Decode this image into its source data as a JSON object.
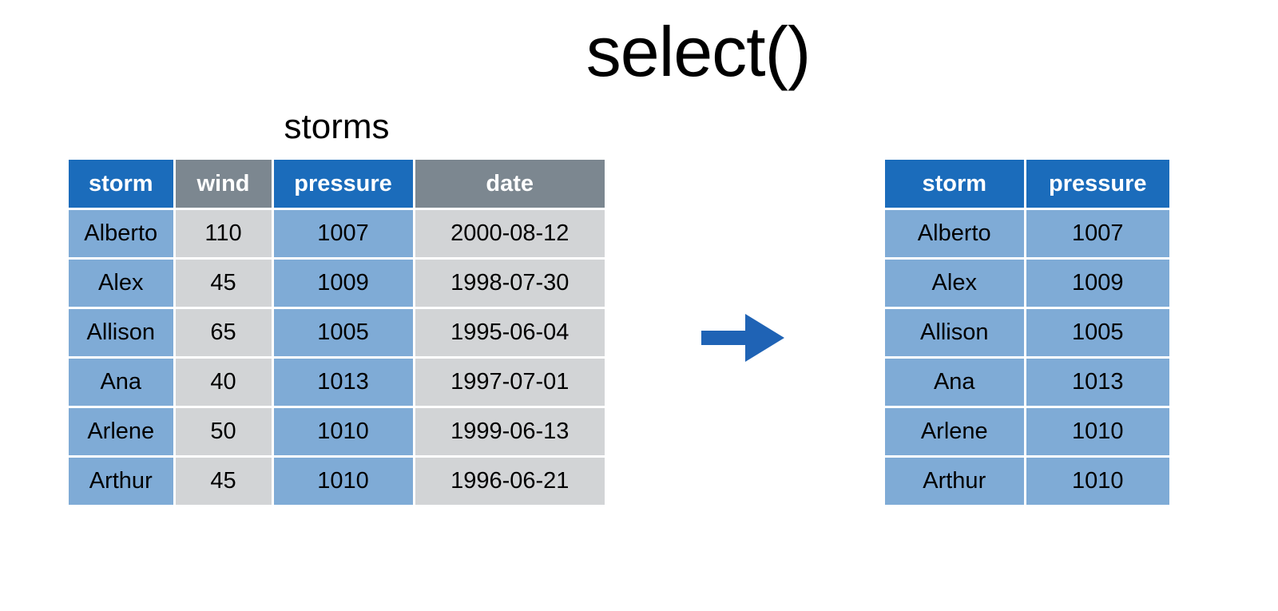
{
  "title": "select()",
  "source_table": {
    "label": "storms",
    "columns": [
      {
        "key": "storm",
        "label": "storm",
        "highlighted": true
      },
      {
        "key": "wind",
        "label": "wind",
        "highlighted": false
      },
      {
        "key": "pressure",
        "label": "pressure",
        "highlighted": true
      },
      {
        "key": "date",
        "label": "date",
        "highlighted": false
      }
    ],
    "rows": [
      [
        "Alberto",
        "110",
        "1007",
        "2000-08-12"
      ],
      [
        "Alex",
        "45",
        "1009",
        "1998-07-30"
      ],
      [
        "Allison",
        "65",
        "1005",
        "1995-06-04"
      ],
      [
        "Ana",
        "40",
        "1013",
        "1997-07-01"
      ],
      [
        "Arlene",
        "50",
        "1010",
        "1999-06-13"
      ],
      [
        "Arthur",
        "45",
        "1010",
        "1996-06-21"
      ]
    ]
  },
  "result_table": {
    "columns": [
      {
        "key": "storm",
        "label": "storm",
        "highlighted": true
      },
      {
        "key": "pressure",
        "label": "pressure",
        "highlighted": true
      }
    ],
    "rows": [
      [
        "Alberto",
        "1007"
      ],
      [
        "Alex",
        "1009"
      ],
      [
        "Allison",
        "1005"
      ],
      [
        "Ana",
        "1013"
      ],
      [
        "Arlene",
        "1010"
      ],
      [
        "Arthur",
        "1010"
      ]
    ]
  },
  "icons": {
    "arrow": "right-arrow"
  },
  "colors": {
    "header_selected": "#1B6CBB",
    "header_unselected": "#7C8790",
    "cell_selected": "#7FABD6",
    "cell_unselected": "#D2D4D6",
    "arrow": "#1F63B5",
    "header_text": "#FFFFFF",
    "cell_text": "#000000"
  }
}
